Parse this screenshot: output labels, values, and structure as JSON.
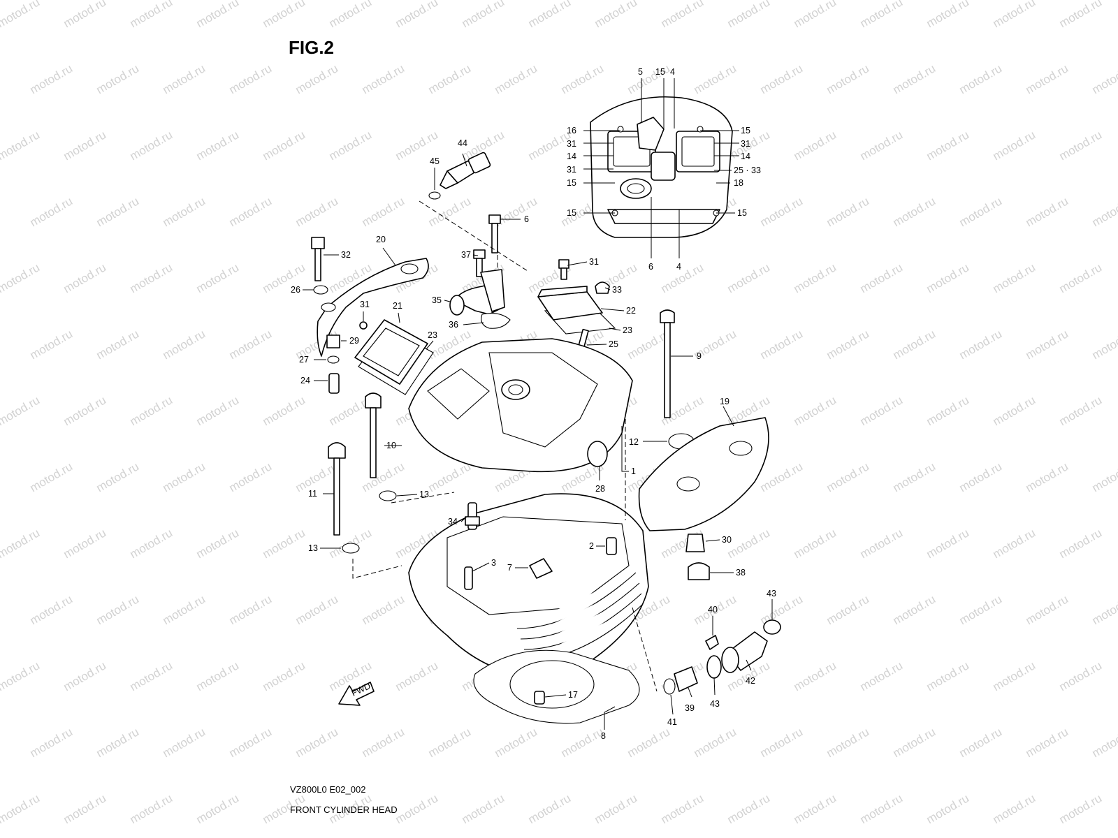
{
  "figure": {
    "title": "FIG.2",
    "model_code": "VZ800L0 E02_002",
    "caption": "FRONT CYLINDER HEAD",
    "watermark": "motod.ru",
    "direction_arrow_label": "FWD"
  },
  "callouts": {
    "c5": "5",
    "c15a": "15",
    "c4a": "4",
    "c16": "16",
    "c15b": "15",
    "c31a": "31",
    "c31b": "31",
    "c14a": "14",
    "c14b": "14",
    "c31c": "31",
    "c25_33": "25 · 33",
    "c15c": "15",
    "c18": "18",
    "c15d": "15",
    "c15e": "15",
    "c6a": "6",
    "c4b": "4",
    "c44": "44",
    "c45": "45",
    "c6b": "6",
    "c20": "20",
    "c32": "32",
    "c37": "37",
    "c31d": "31",
    "c26": "26",
    "c33": "33",
    "c35": "35",
    "c31e": "31",
    "c21": "21",
    "c22": "22",
    "c36": "36",
    "c23a": "23",
    "c29": "29",
    "c23b": "23",
    "c25": "25",
    "c27": "27",
    "c9": "9",
    "c24": "24",
    "c19": "19",
    "c10": "10",
    "c12": "12",
    "c1": "1",
    "c28": "28",
    "c11": "11",
    "c13a": "13",
    "c34": "34",
    "c2": "2",
    "c30": "30",
    "c13b": "13",
    "c3": "3",
    "c7": "7",
    "c38": "38",
    "c43a": "43",
    "c40": "40",
    "c17": "17",
    "c42": "42",
    "c39": "39",
    "c43b": "43",
    "c41": "41",
    "c8": "8"
  },
  "colors": {
    "ink": "#000000",
    "paper": "#ffffff",
    "watermark": "#d2d2d2"
  }
}
